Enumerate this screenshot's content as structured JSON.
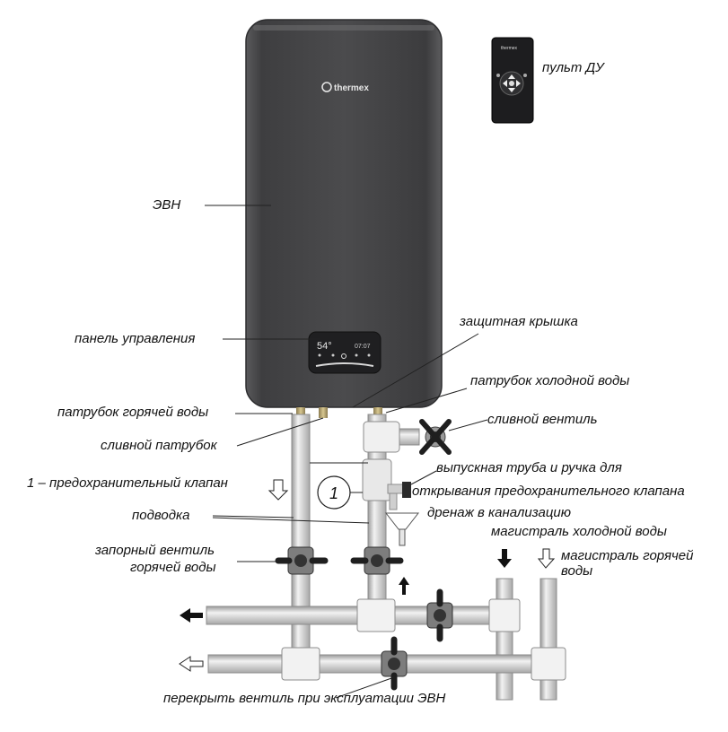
{
  "brand": "thermex",
  "display": {
    "temperature": "54°",
    "clock": "07:07"
  },
  "labels": {
    "remote": "пульт ДУ",
    "heater": "ЭВН",
    "control_panel": "панель управления",
    "protective_cover": "защитная крышка",
    "cold_water_pipe": "патрубок холодной воды",
    "hot_water_pipe": "патрубок горячей воды",
    "drain_valve": "сливной вентиль",
    "drain_pipe": "сливной патрубок",
    "safety_valve": "1 – предохранительный клапан",
    "outlet_pipe_line1": "выпускная труба и  ручка для",
    "outlet_pipe_line2": "открывания предохранительного клапана",
    "sewer_drain": "дренаж в канализацию",
    "supply": "подводка",
    "cold_main": "магистраль холодной воды",
    "hot_main_line1": "магистраль горячей",
    "hot_main_line2": "воды",
    "hot_shutoff_line1": "запорный вентиль",
    "hot_shutoff_line2": "горячей воды",
    "close_valve_note": "перекрыть вентиль при эксплуатации ЭВН",
    "valve_number": "1"
  },
  "colors": {
    "tank": "#4a4a4c",
    "pipe": "#d9d9d9",
    "pipe_edge": "#8c8c8c",
    "valve": "#2b2b2b"
  }
}
